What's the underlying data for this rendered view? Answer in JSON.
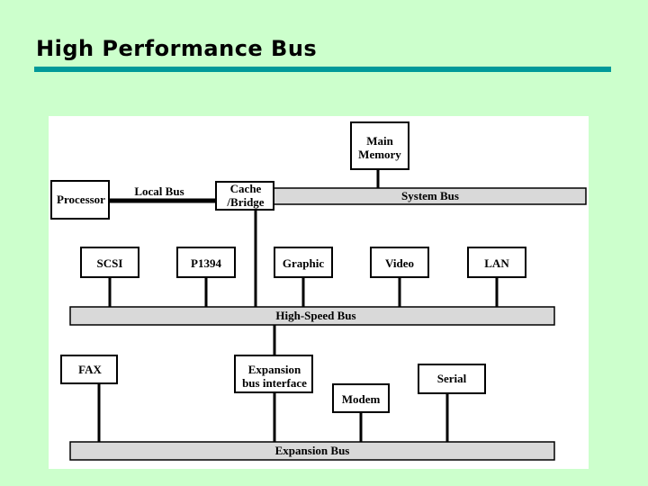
{
  "slide": {
    "title": "High Performance Bus"
  },
  "diagram": {
    "main_memory": [
      "Main",
      "Memory"
    ],
    "processor": "Processor",
    "local_bus": "Local Bus",
    "cache_bridge": [
      "Cache",
      "/Bridge"
    ],
    "system_bus": "System Bus",
    "scsi": "SCSI",
    "p1394": "P1394",
    "graphic": "Graphic",
    "video": "Video",
    "lan": "LAN",
    "high_speed_bus": "High-Speed Bus",
    "fax": "FAX",
    "expansion_interface": [
      "Expansion",
      "bus interface"
    ],
    "modem": "Modem",
    "serial": "Serial",
    "expansion_bus": "Expansion Bus"
  }
}
